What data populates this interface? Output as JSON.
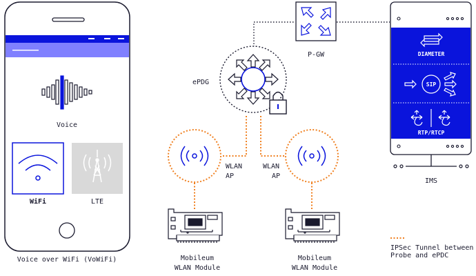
{
  "phone": {
    "caption": "Voice over WiFi (VoWiFi)",
    "voice_label": "Voice",
    "wifi_label": "WiFi",
    "lte_label": "LTE"
  },
  "nodes": {
    "pgw_label": "P-GW",
    "epdg_label": "ePDG",
    "ims_label": "IMS",
    "diameter_label": "DIAMETER",
    "sip_label": "SIP",
    "rtp_label": "RTP/RTCP",
    "ap_left_label": [
      "WLAN",
      "AP"
    ],
    "ap_right_label": [
      "WLAN",
      "AP"
    ],
    "module_left_label": [
      "Mobileum",
      "WLAN Module"
    ],
    "module_right_label": [
      "Mobileum",
      "WLAN Module"
    ]
  },
  "legend": {
    "tunnel_label": [
      "IPSec Tunnel between",
      "Probe and ePDC"
    ]
  },
  "colors": {
    "blue": "#0a14dc",
    "light_blue": "#8080ff",
    "orange": "#f08020",
    "dark": "#1a1a2e",
    "grey": "#d9d9d9"
  }
}
